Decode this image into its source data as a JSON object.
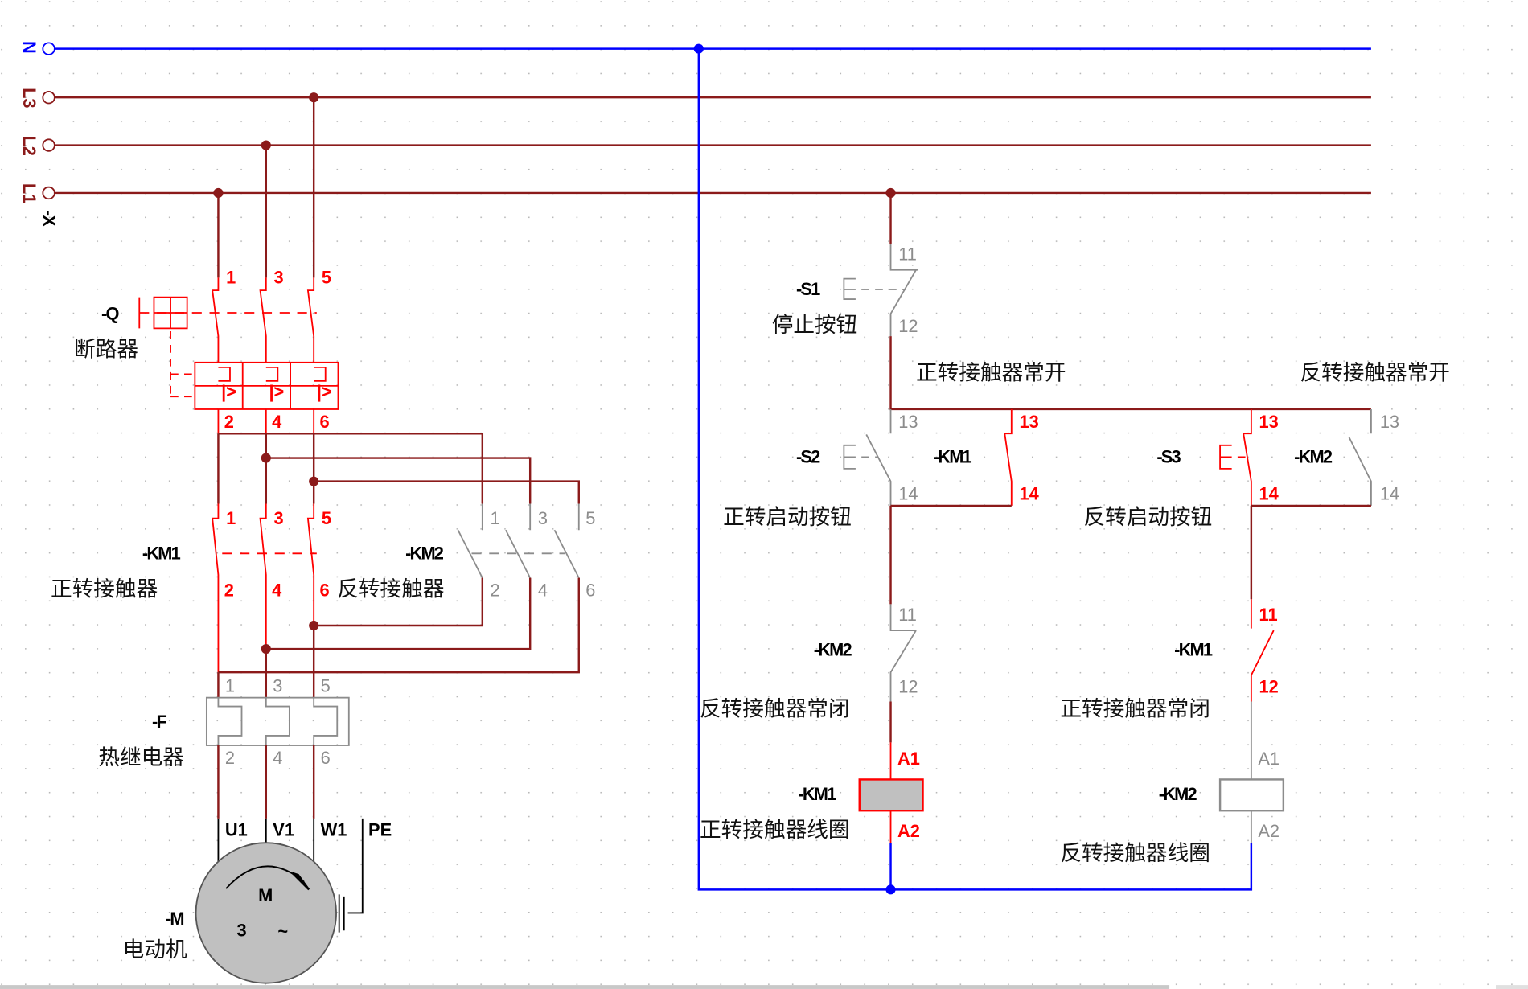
{
  "colors": {
    "wire": "#8b1a1a",
    "energized": "#ff0000",
    "inactive": "#8c8c8c",
    "neutral": "#0000ff",
    "coil_on": "#c0c0c0"
  },
  "bus": {
    "terminal_tag": "-X",
    "lines": [
      "N",
      "L3",
      "L2",
      "L1"
    ]
  },
  "breaker": {
    "tag": "-Q",
    "name": "断路器",
    "top": [
      "1",
      "3",
      "5"
    ],
    "bottom": [
      "2",
      "4",
      "6"
    ]
  },
  "km1_main": {
    "tag": "-KM1",
    "name": "正转接触器",
    "top": [
      "1",
      "3",
      "5"
    ],
    "bottom": [
      "2",
      "4",
      "6"
    ]
  },
  "km2_main": {
    "tag": "-KM2",
    "name": "反转接触器",
    "top": [
      "1",
      "3",
      "5"
    ],
    "bottom": [
      "2",
      "4",
      "6"
    ]
  },
  "thermal": {
    "tag": "-F",
    "name": "热继电器",
    "top": [
      "1",
      "3",
      "5"
    ],
    "bottom": [
      "2",
      "4",
      "6"
    ]
  },
  "motor": {
    "tag": "-M",
    "name": "电动机",
    "terminals": [
      "U1",
      "V1",
      "W1",
      "PE"
    ],
    "symbol": "M",
    "phases": "3",
    "ac": "~"
  },
  "control": {
    "s1": {
      "tag": "-S1",
      "name": "停止按钮",
      "top": "11",
      "bottom": "12"
    },
    "km1_no_label": "正转接触器常开",
    "km2_no_label": "反转接触器常开",
    "s2": {
      "tag": "-S2",
      "name": "正转启动按钮",
      "top": "13",
      "bottom": "14"
    },
    "km1_no": {
      "tag": "-KM1",
      "top": "13",
      "bottom": "14"
    },
    "s3": {
      "tag": "-S3",
      "name": "反转启动按钮",
      "top": "13",
      "bottom": "14"
    },
    "km2_no": {
      "tag": "-KM2",
      "top": "13",
      "bottom": "14"
    },
    "km2_nc": {
      "tag": "-KM2",
      "name": "反转接触器常闭",
      "top": "11",
      "bottom": "12"
    },
    "km1_nc": {
      "tag": "-KM1",
      "name": "正转接触器常闭",
      "top": "11",
      "bottom": "12"
    },
    "km1_coil": {
      "tag": "-KM1",
      "name": "正转接触器线圈",
      "top": "A1",
      "bottom": "A2",
      "energized": true
    },
    "km2_coil": {
      "tag": "-KM2",
      "name": "反转接触器线圈",
      "top": "A1",
      "bottom": "A2",
      "energized": false
    }
  }
}
